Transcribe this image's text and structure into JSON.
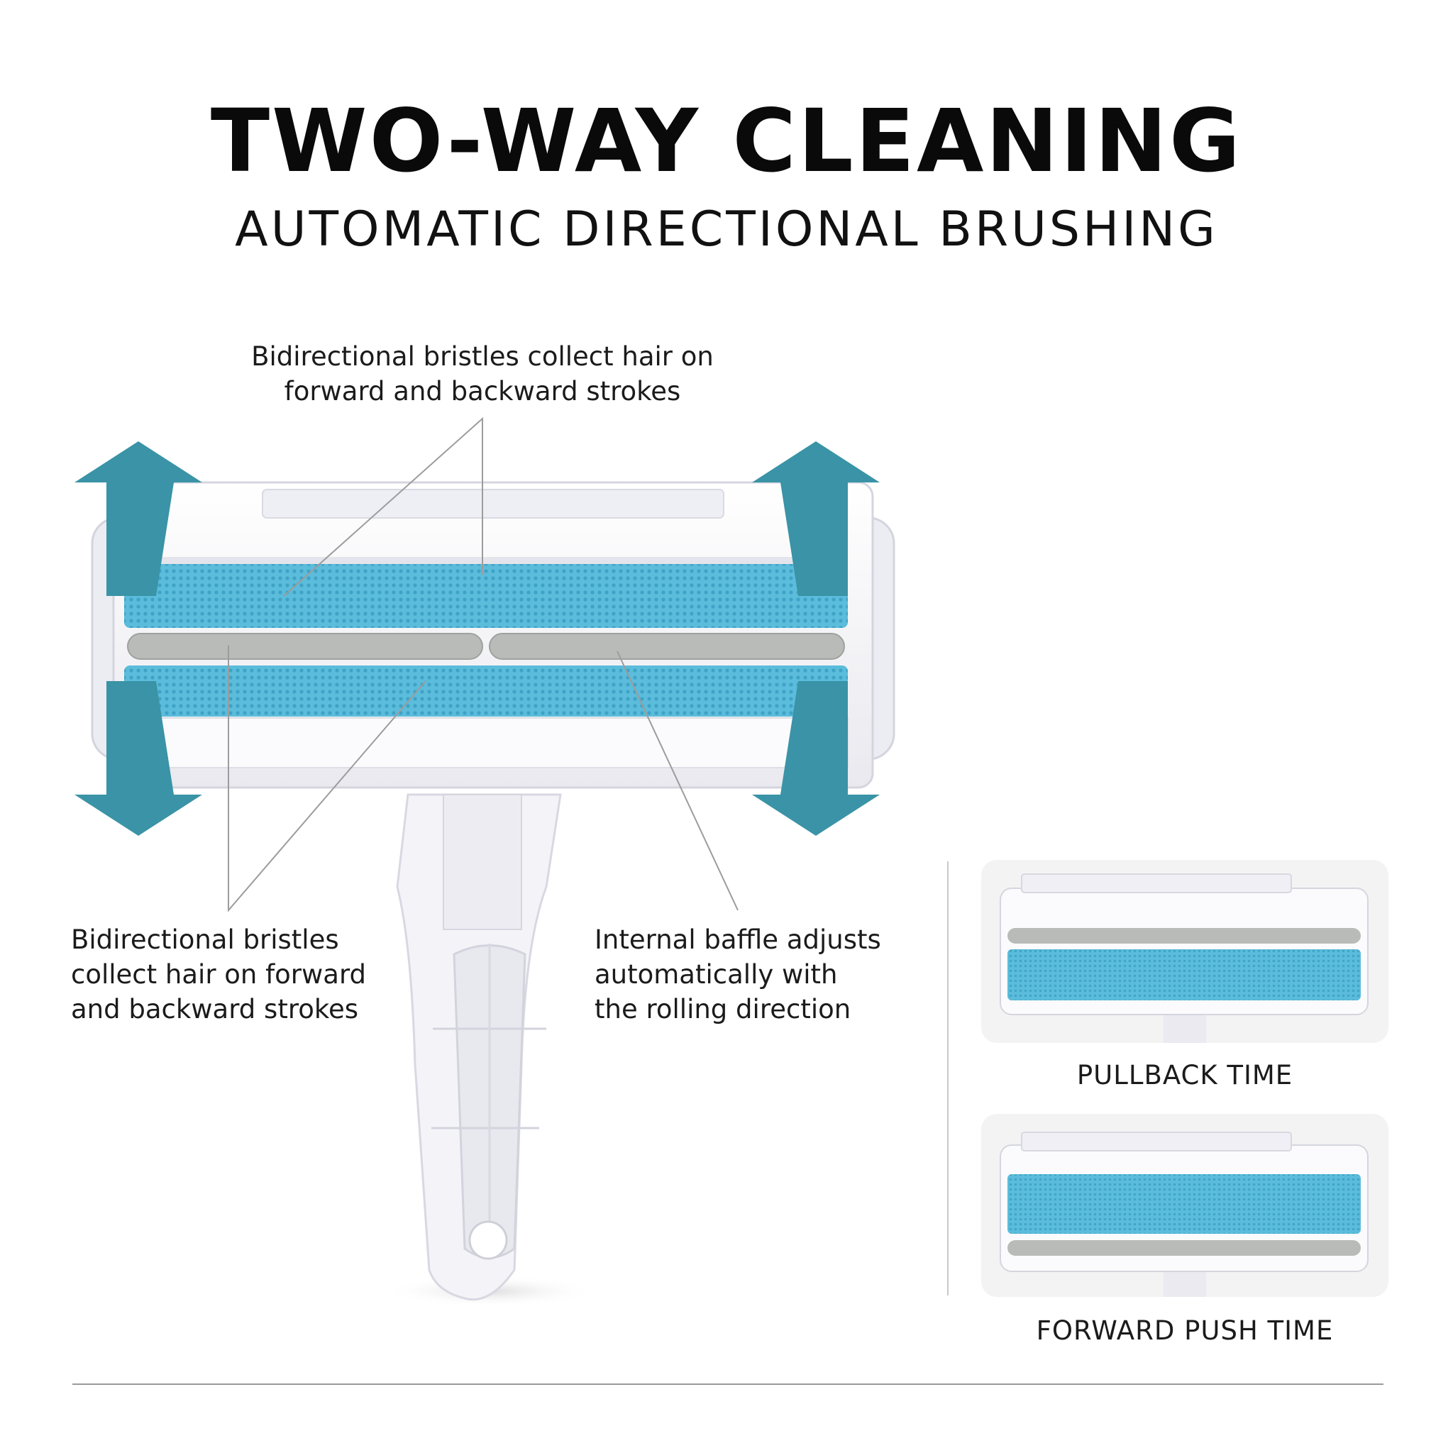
{
  "heading": {
    "title": "TWO-WAY CLEANING",
    "subtitle": "AUTOMATIC DIRECTIONAL BRUSHING"
  },
  "callouts": {
    "top": [
      "Bidirectional bristles collect hair on",
      "forward and backward strokes"
    ],
    "left": [
      "Bidirectional bristles",
      "collect hair on forward",
      "and backward strokes"
    ],
    "right": [
      "Internal baffle adjusts",
      "automatically with",
      "the rolling direction"
    ]
  },
  "panels": {
    "pullback_caption": "PULLBACK TIME",
    "forward_caption": "FORWARD PUSH TIME"
  },
  "colors": {
    "arrow_teal": "#3a93a6",
    "bristle_blue": "#52b6d6",
    "baffle_gray": "#b5b7b4",
    "body_white": "#f6f6f9",
    "panel_bg": "#f3f3f4"
  },
  "icons": [
    "curved-arrow-icon"
  ]
}
